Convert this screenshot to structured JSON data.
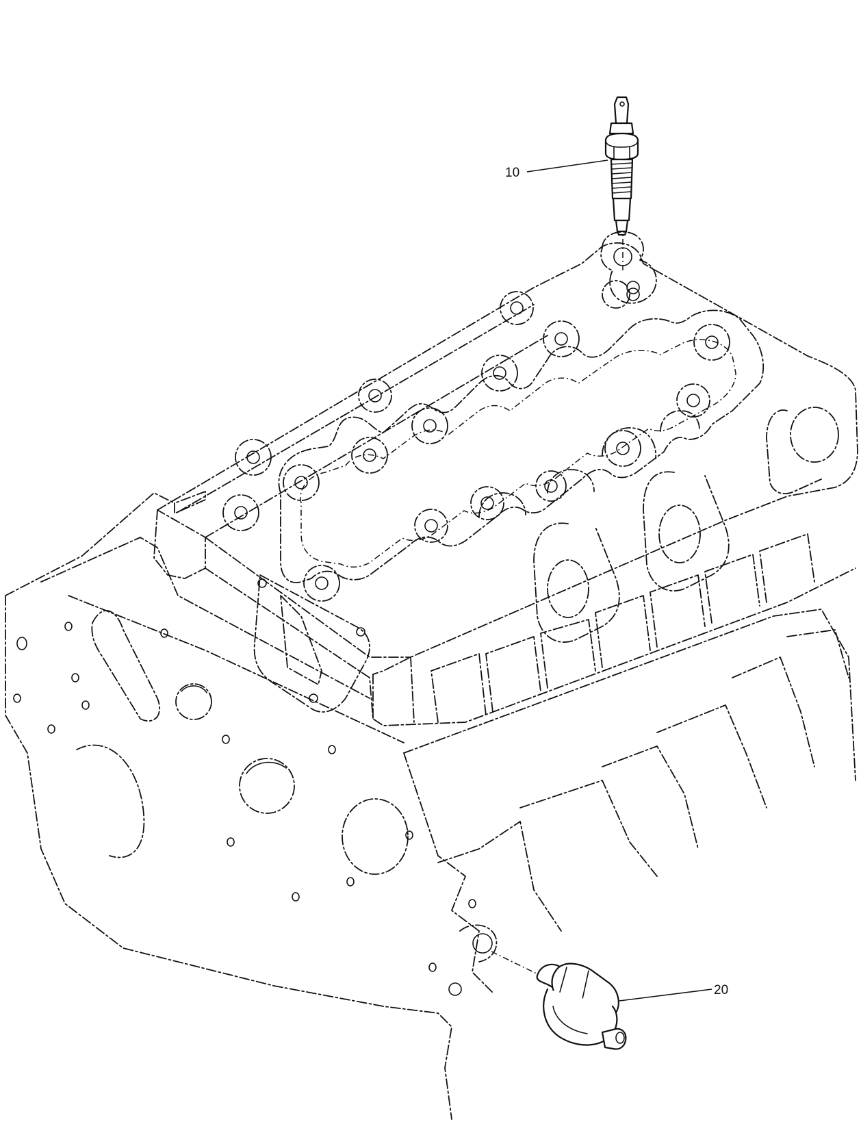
{
  "callouts": [
    {
      "id": "10",
      "text": "10"
    },
    {
      "id": "20",
      "text": "20"
    }
  ],
  "colors": {
    "line": "#111111",
    "background": "#ffffff"
  }
}
